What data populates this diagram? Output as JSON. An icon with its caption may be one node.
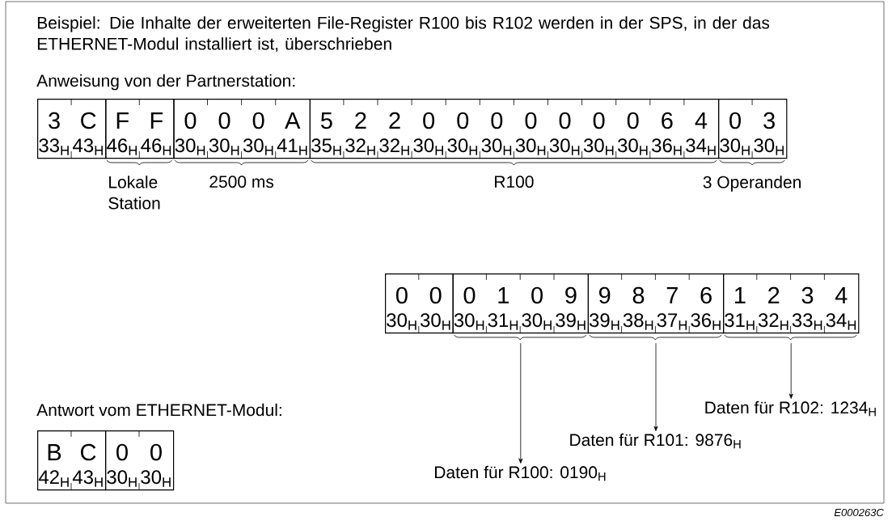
{
  "diagram": {
    "nodes": [
      {
        "text": [
          "3",
          "C",
          "33$_{H}$",
          "43$_{H}$"
        ]
      },
      {
        "text": [
          "F",
          "F",
          "46$_{H}$",
          "46$_{H}$"
        ],
        "beside": [
          "Lokale Station"
        ]
      },
      {
        "text": [
          "0",
          "0",
          "0",
          "A",
          "30$_{H}$",
          "30$_{H}$",
          "30$_{H}$",
          "41$_{H}$"
        ],
        "beside": [
          "2500 ms"
        ]
      },
      {
        "text": [
          "5",
          "2",
          "2",
          "0",
          "0",
          "0",
          "0",
          "0",
          "0",
          "0",
          "6",
          "4",
          "35$_{H}$",
          "32$_{H}$",
          "32$_{H}$",
          "30$_{H}$",
          "30$_{H}$",
          "30$_{H}$",
          "30$_{H}$",
          "30$_{H}$",
          "30$_{H}$",
          "30$_{H}$",
          "36$_{H}$",
          "34$_{H}$"
        ],
        "beside": [
          "R100"
        ]
      },
      {
        "text": [
          "0",
          "3",
          "30$_{H}$",
          "30$_{H}$"
        ],
        "beside": [
          "3 Operanden"
        ]
      },
      {
        "text": [
          "0",
          "0",
          "30$_{H}$",
          "30$_{H}$"
        ]
      },
      {
        "text": [
          "0",
          "1",
          "0",
          "9",
          "30$_{H}$",
          "31$_{H}$",
          "30$_{H}$",
          "39$_{H}$"
        ]
      },
      {
        "text": [
          "9",
          "8",
          "7",
          "6",
          "39$_{H}$",
          "38$_{H}$",
          "37$_{H}$",
          "36$_{H}$"
        ]
      },
      {
        "text": [
          "1",
          "2",
          "3",
          "4",
          "31$_{H}$",
          "32$_{H}$",
          "33$_{H}$",
          "34$_{H}$"
        ]
      },
      {
        "text": [
          "Daten für R102: 1234$_{H}$"
        ]
      },
      {
        "text": [
          "Daten für R101: 9876$_{H}$"
        ]
      },
      {
        "text": [
          "Daten für R100: 0190$_{H}$"
        ]
      },
      {
        "text": [
          "B",
          "C",
          "42$_{H}$",
          "43$_{H}$"
        ]
      },
      {
        "text": [
          "0",
          "0",
          "30$_{H}$",
          "30$_{H}$"
        ]
      }
    ],
    "edges": [
      {
        "from": 6,
        "to": 11,
        "arrow": "to"
      },
      {
        "from": 7,
        "to": 10,
        "arrow": "to"
      },
      {
        "from": 8,
        "to": 9,
        "arrow": "to"
      }
    ],
    "labels": [
      "Beispiel: Die Inhalte der erweiterten File-Register R100 bis R102 werden in der SPS, in der das ETHERNET-Modul installiert ist, überschrieben",
      "Anweisung von der Partnerstation:",
      "Antwort vom ETHERNET-Modul:",
      "E000263C"
    ]
  }
}
